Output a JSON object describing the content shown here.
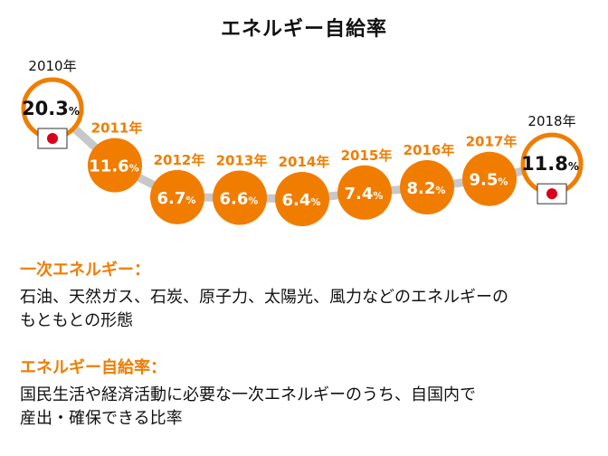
{
  "title": "エネルギー自給率",
  "colors": {
    "accent": "#f07d00",
    "track": "#c8c8c8",
    "flag_red": "#d9001b"
  },
  "chart_data": {
    "type": "line",
    "title": "エネルギー自給率",
    "unit": "%",
    "x": [
      "2010年",
      "2011年",
      "2012年",
      "2013年",
      "2014年",
      "2015年",
      "2016年",
      "2017年",
      "2018年"
    ],
    "values": [
      20.3,
      11.6,
      6.7,
      6.6,
      6.4,
      7.4,
      8.2,
      9.5,
      11.8
    ],
    "labels": [
      "20.3",
      "11.6",
      "6.7",
      "6.6",
      "6.4",
      "7.4",
      "8.2",
      "9.5",
      "11.8"
    ],
    "highlighted": [
      "2010年",
      "2018年"
    ]
  },
  "definitions": [
    {
      "term": "一次エネルギー：",
      "lines": [
        "石油、天然ガス、石炭、原子力、太陽光、風力などのエネルギーの",
        "もともとの形態"
      ]
    },
    {
      "term": "エネルギー自給率：",
      "lines": [
        "国民生活や経済活動に必要な一次エネルギーのうち、自国内で",
        "産出・確保できる比率"
      ]
    }
  ]
}
